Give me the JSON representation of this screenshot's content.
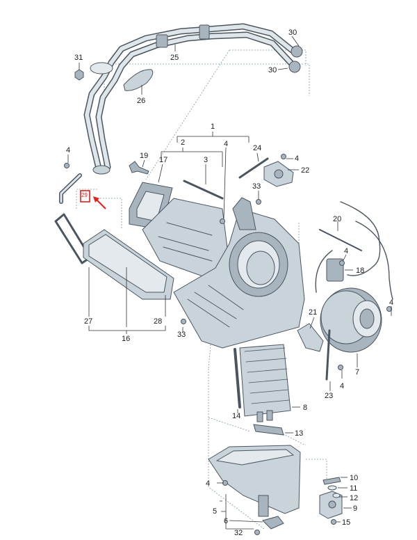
{
  "diagram": {
    "labels": [
      {
        "id": "p1",
        "text": "1"
      },
      {
        "id": "p2",
        "text": "2"
      },
      {
        "id": "p3",
        "text": "3"
      },
      {
        "id": "p4a",
        "text": "4"
      },
      {
        "id": "p4b",
        "text": "4"
      },
      {
        "id": "p4c",
        "text": "4"
      },
      {
        "id": "p4d",
        "text": "4"
      },
      {
        "id": "p4e",
        "text": "4"
      },
      {
        "id": "p4f",
        "text": "4"
      },
      {
        "id": "p4g",
        "text": "4"
      },
      {
        "id": "p5",
        "text": "5"
      },
      {
        "id": "p6",
        "text": "6"
      },
      {
        "id": "p7",
        "text": "7"
      },
      {
        "id": "p8",
        "text": "8"
      },
      {
        "id": "p9",
        "text": "9"
      },
      {
        "id": "p10",
        "text": "10"
      },
      {
        "id": "p11",
        "text": "11"
      },
      {
        "id": "p12",
        "text": "12"
      },
      {
        "id": "p13",
        "text": "13"
      },
      {
        "id": "p14",
        "text": "14"
      },
      {
        "id": "p15",
        "text": "15"
      },
      {
        "id": "p16",
        "text": "16"
      },
      {
        "id": "p17",
        "text": "17"
      },
      {
        "id": "p18",
        "text": "18"
      },
      {
        "id": "p19",
        "text": "19"
      },
      {
        "id": "p20",
        "text": "20"
      },
      {
        "id": "p21",
        "text": "21"
      },
      {
        "id": "p22",
        "text": "22"
      },
      {
        "id": "p23",
        "text": "23"
      },
      {
        "id": "p24",
        "text": "24"
      },
      {
        "id": "p25",
        "text": "25"
      },
      {
        "id": "p26",
        "text": "26"
      },
      {
        "id": "p27",
        "text": "27"
      },
      {
        "id": "p28",
        "text": "28"
      },
      {
        "id": "p29",
        "text": "29"
      },
      {
        "id": "p30a",
        "text": "30"
      },
      {
        "id": "p30b",
        "text": "30"
      },
      {
        "id": "p31",
        "text": "31"
      },
      {
        "id": "p32",
        "text": "32"
      },
      {
        "id": "p33a",
        "text": "33"
      },
      {
        "id": "p33b",
        "text": "33"
      }
    ],
    "highlight_color": "#e3201b",
    "line_color": "#333333",
    "part_color": "#c9d3da"
  }
}
